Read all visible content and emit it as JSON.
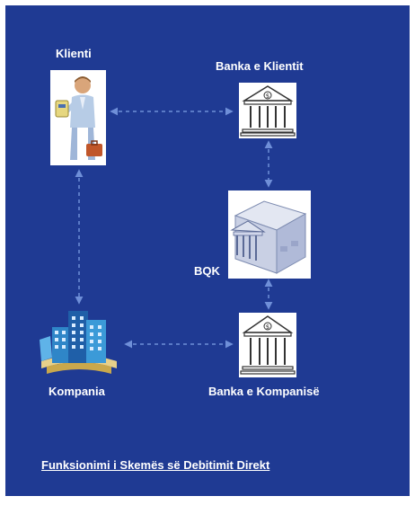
{
  "colors": {
    "background": "#1f3a93",
    "arrow": "#6f8fd8",
    "text": "#ffffff"
  },
  "nodes": {
    "client": {
      "label": "Klienti",
      "icon": "person-with-card-icon"
    },
    "client_bank": {
      "label": "Banka e Klientit",
      "icon": "bank-icon"
    },
    "central_bank": {
      "label": "BQK",
      "icon": "central-bank-building-icon"
    },
    "company_bank": {
      "label": "Banka e Kompanisë",
      "icon": "bank-icon"
    },
    "company": {
      "label": "Kompania",
      "icon": "company-building-icon"
    }
  },
  "edges": [
    {
      "from": "client",
      "to": "client_bank"
    },
    {
      "from": "client_bank",
      "to": "central_bank"
    },
    {
      "from": "central_bank",
      "to": "company_bank"
    },
    {
      "from": "company_bank",
      "to": "company"
    },
    {
      "from": "company",
      "to": "client"
    }
  ],
  "caption": "Funksionimi i Skemës së Debitimit Direkt"
}
